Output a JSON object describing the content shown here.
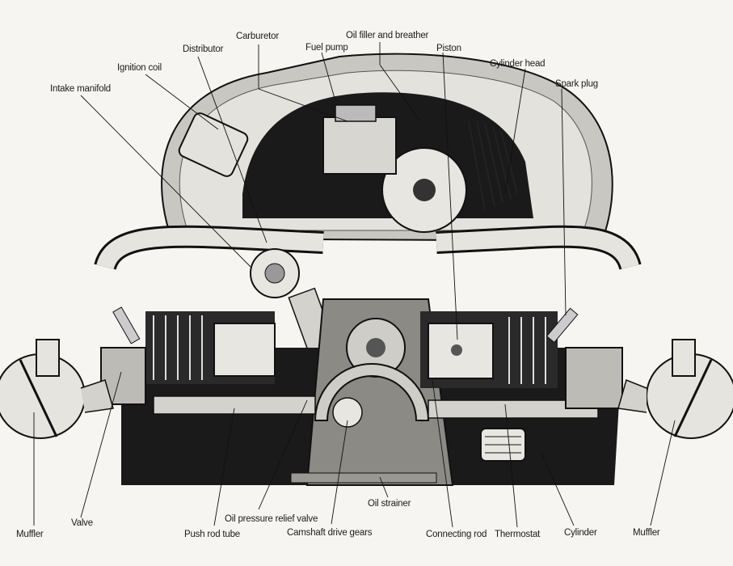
{
  "labels": {
    "carburetor": "Carburetor",
    "oil_filler_and_breather": "Oil filler and breather",
    "distributor": "Distributor",
    "fuel_pump": "Fuel pump",
    "piston": "Piston",
    "ignition_coil": "Ignition coil",
    "cylinder_head": "Cylinder head",
    "spark_plug": "Spark plug",
    "intake_manifold": "Intake manifold",
    "muffler_left": "Muffler",
    "valve": "Valve",
    "push_rod_tube": "Push rod tube",
    "oil_pressure_relief_valve": "Oil pressure relief valve",
    "camshaft_drive_gears": "Camshaft drive gears",
    "oil_strainer": "Oil strainer",
    "connecting_rod": "Connecting rod",
    "thermostat": "Thermostat",
    "cylinder": "Cylinder",
    "muffler_right": "Muffler"
  },
  "colors": {
    "ink": "#111111",
    "shroud": "#c9c7c2",
    "paper": "#f7f5f1"
  }
}
